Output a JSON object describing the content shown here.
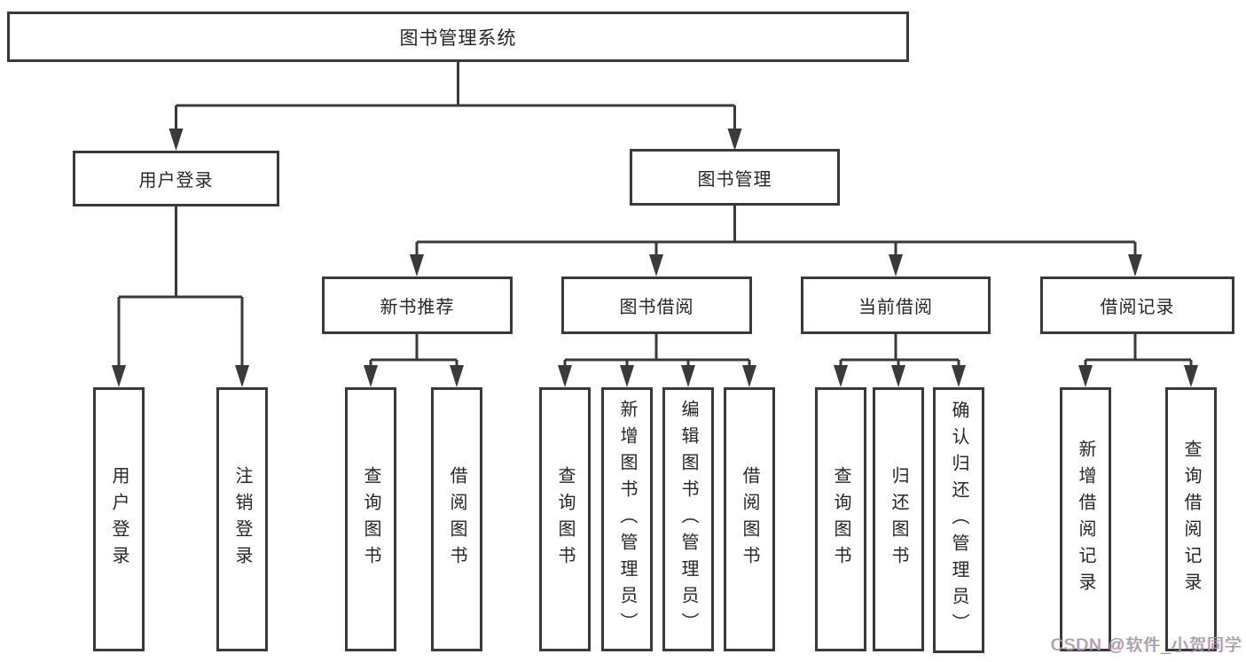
{
  "nodes": {
    "root": "图书管理系统",
    "user_login": "用户登录",
    "book_mgmt": "图书管理",
    "new_book": "新书推荐",
    "book_borrow": "图书借阅",
    "current_borrow": "当前借阅",
    "borrow_record": "借阅记录",
    "leaves": [
      "用户登录",
      "注销登录",
      "查询图书",
      "借阅图书",
      "查询图书",
      "新增图书（管理员）",
      "编辑图书（管理员）",
      "借阅图书",
      "查询图书",
      "归还图书",
      "确认归还（管理员）",
      "新增借阅记录",
      "查询借阅记录"
    ]
  },
  "watermark": {
    "text": "CSDN @软件_小贺同学"
  },
  "colors": {
    "line": "#3a3a3a",
    "text": "#262626",
    "background": "#ffffff",
    "watermark": "#9e9e9e"
  }
}
